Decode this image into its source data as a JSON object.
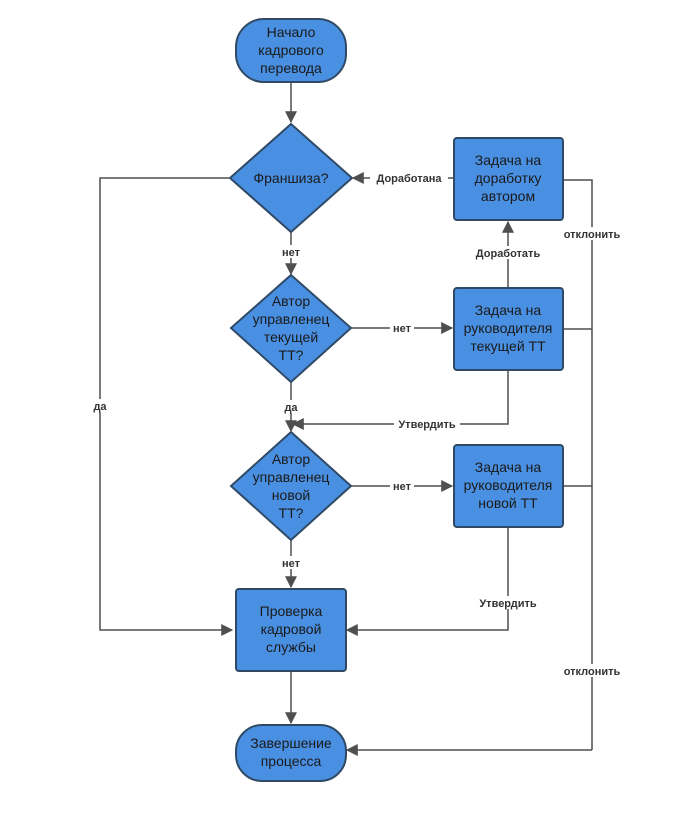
{
  "colors": {
    "node_fill": "#4a90e2",
    "node_stroke": "#2f4a66",
    "edge": "#4f4f4f",
    "background": "#ffffff"
  },
  "nodes": {
    "start": [
      "Начало",
      "кадрового",
      "перевода"
    ],
    "franchise": [
      "Франшиза?"
    ],
    "author_current": [
      "Автор",
      "управленец",
      "текущей",
      "ТТ?"
    ],
    "author_new": [
      "Автор",
      "управленец",
      "новой",
      "ТТ?"
    ],
    "task_author": [
      "Задача на",
      "доработку",
      "автором"
    ],
    "task_current": [
      "Задача на",
      "руководителя",
      "текущей ТТ"
    ],
    "task_new": [
      "Задача на",
      "руководителя",
      "новой ТТ"
    ],
    "hr_check": [
      "Проверка",
      "кадровой",
      "службы"
    ],
    "end": [
      "Завершение",
      "процесса"
    ]
  },
  "edge_labels": {
    "franchise_no": "нет",
    "franchise_yes": "да",
    "current_yes": "да",
    "current_no": "нет",
    "new_no_right": "нет",
    "new_no_down": "нет",
    "revised": "Доработана",
    "revise": "Доработать",
    "reject_top": "отклонить",
    "reject_bottom": "отклонить",
    "approve_current": "Утвердить",
    "approve_new": "Утвердить"
  }
}
